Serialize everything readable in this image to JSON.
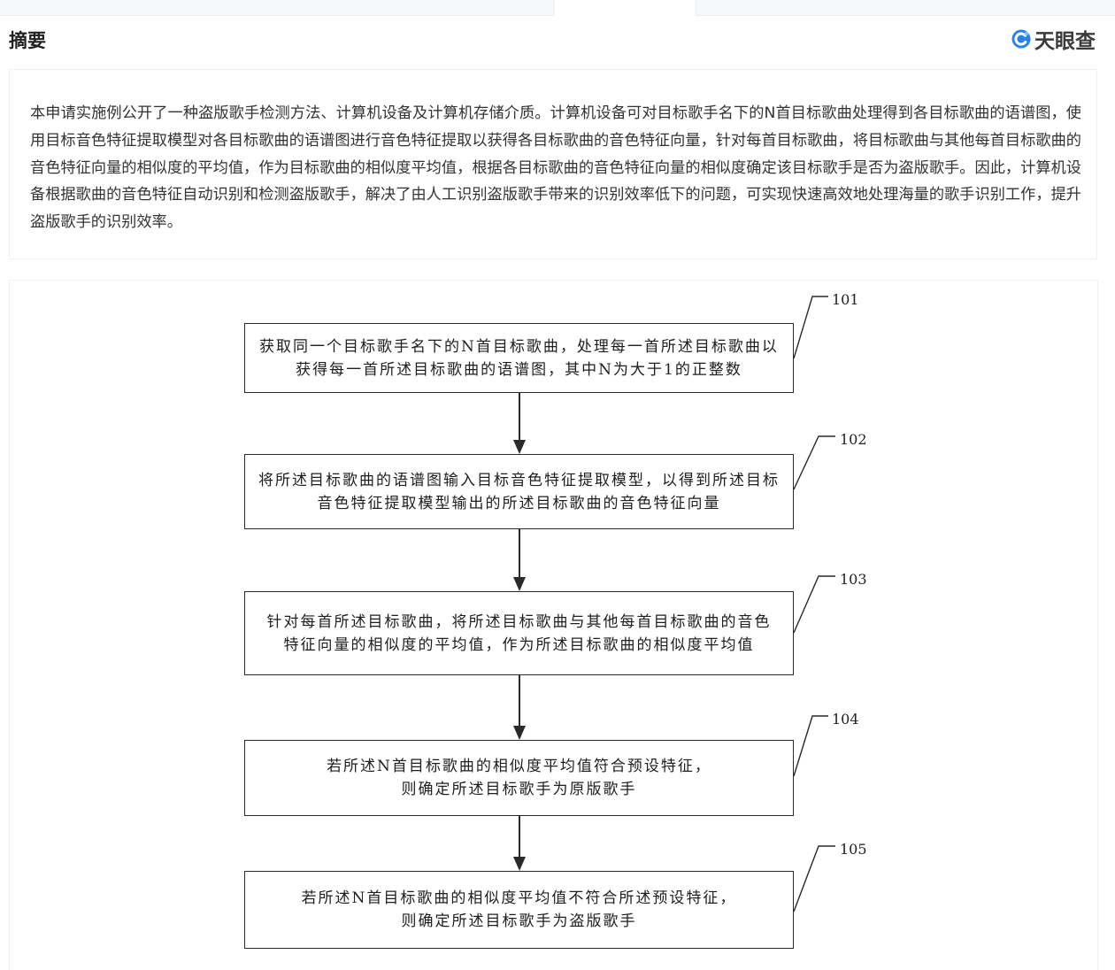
{
  "header": {
    "title": "摘要",
    "logo_text": "天眼查"
  },
  "abstract": {
    "text": "本申请实施例公开了一种盗版歌手检测方法、计算机设备及计算机存储介质。计算机设备可对目标歌手名下的N首目标歌曲处理得到各目标歌曲的语谱图，使用目标音色特征提取模型对各目标歌曲的语谱图进行音色特征提取以获得各目标歌曲的音色特征向量，针对每首目标歌曲，将目标歌曲与其他每首目标歌曲的音色特征向量的相似度的平均值，作为目标歌曲的相似度平均值，根据各目标歌曲的音色特征向量的相似度确定该目标歌手是否为盗版歌手。因此，计算机设备根据歌曲的音色特征自动识别和检测盗版歌手，解决了由人工识别盗版歌手带来的识别效率低下的问题，可实现快速高效地处理海量的歌手识别工作，提升盗版歌手的识别效率。"
  },
  "flowchart": {
    "steps": [
      {
        "number": "101",
        "line1": "获取同一个目标歌手名下的N首目标歌曲，处理每一首所述目标歌曲以",
        "line2": "获得每一首所述目标歌曲的语谱图，其中N为大于1的正整数"
      },
      {
        "number": "102",
        "line1": "将所述目标歌曲的语谱图输入目标音色特征提取模型，以得到所述目标",
        "line2": "音色特征提取模型输出的所述目标歌曲的音色特征向量"
      },
      {
        "number": "103",
        "line1": "针对每首所述目标歌曲，将所述目标歌曲与其他每首目标歌曲的音色",
        "line2": "特征向量的相似度的平均值，作为所述目标歌曲的相似度平均值"
      },
      {
        "number": "104",
        "line1": "若所述N首目标歌曲的相似度平均值符合预设特征，",
        "line2": "则确定所述目标歌手为原版歌手"
      },
      {
        "number": "105",
        "line1": "若所述N首目标歌曲的相似度平均值不符合所述预设特征，",
        "line2": "则确定所述目标歌手为盗版歌手"
      }
    ]
  },
  "colors": {
    "logo_blue": "#2a82e4",
    "text": "#333333",
    "border": "#eef0f3"
  },
  "icons": {
    "logo": "tianyancha-logo-icon"
  }
}
